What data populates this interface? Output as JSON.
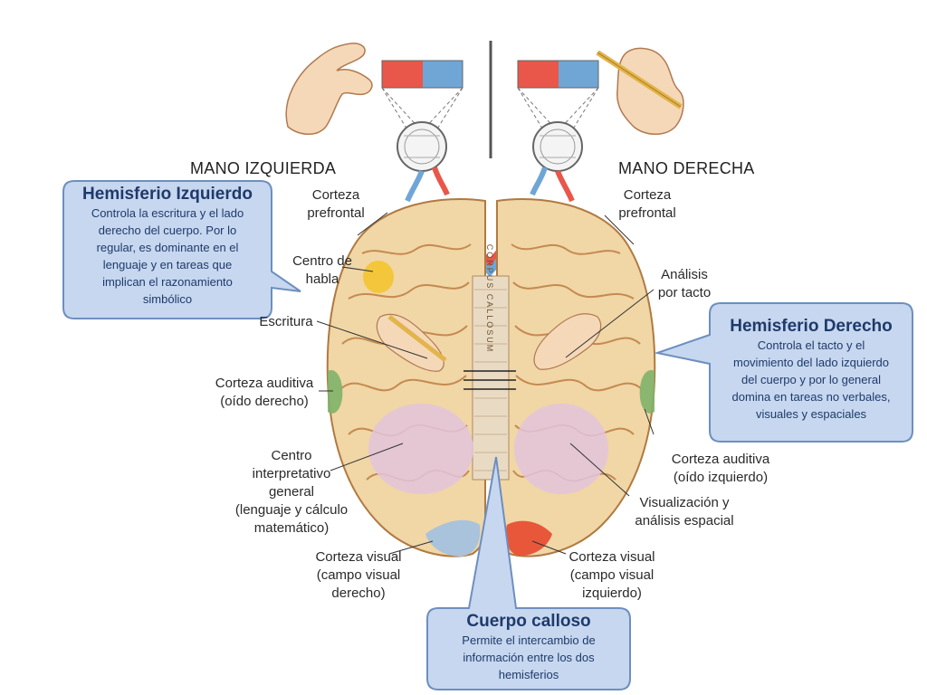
{
  "hands": {
    "left_title": "MANO IZQUIERDA",
    "right_title": "MANO DERECHA"
  },
  "callouts": {
    "left": {
      "title": "Hemisferio Izquierdo",
      "lines": [
        "Controla la escritura y el lado",
        "derecho del cuerpo. Por lo",
        "regular, es dominante en el",
        "lenguaje y en tareas que",
        "implican el razonamiento",
        "simbólico"
      ]
    },
    "right": {
      "title": "Hemisferio Derecho",
      "lines": [
        "Controla el tacto y el",
        "movimiento del lado izquierdo",
        "del cuerpo y por lo general",
        "domina en tareas no verbales,",
        "visuales y espaciales"
      ]
    },
    "bottom": {
      "title": "Cuerpo calloso",
      "lines": [
        "Permite el intercambio de",
        "información entre los dos",
        "hemisferios"
      ]
    }
  },
  "labels": {
    "corteza_prefrontal_left": [
      "Corteza",
      "prefrontal"
    ],
    "corteza_prefrontal_right": [
      "Corteza",
      "prefrontal"
    ],
    "centro_habla": [
      "Centro de",
      "habla"
    ],
    "analisis_tacto": [
      "Análisis",
      "por tacto"
    ],
    "escritura": [
      "Escritura"
    ],
    "corteza_auditiva_left": [
      "Corteza auditiva",
      "(oído derecho)"
    ],
    "corteza_auditiva_right": [
      "Corteza auditiva",
      "(oído izquierdo)"
    ],
    "centro_interpretativo": [
      "Centro",
      "interpretativo",
      "general",
      "(lenguaje y cálculo",
      "matemático)"
    ],
    "visualizacion": [
      "Visualización y",
      "análisis espacial"
    ],
    "corteza_visual_left": [
      "Corteza visual",
      "(campo visual",
      "derecho)"
    ],
    "corteza_visual_right": [
      "Corteza visual",
      "(campo visual",
      "izquierdo)"
    ],
    "corpus_callosum_vertical": "CORPUS CALLOSUM"
  },
  "colors": {
    "brain_fill": "#f1d6a6",
    "brain_stroke": "#b07a40",
    "callout_fill": "#c6d7ef",
    "callout_stroke": "#6d8fbf",
    "callout_text": "#1f3a6b",
    "stimulus_red": "#e8574a",
    "stimulus_blue": "#6fa6d6",
    "speech_yellow": "#f4c430",
    "auditory_green": "#7fb36a",
    "interpretive_pink": "#e3c4dc",
    "visual_blue": "#a9c3dc",
    "visual_red": "#e8573a"
  },
  "icons": [
    "left-hand-icon",
    "right-hand-writing-icon",
    "left-eye-icon",
    "right-eye-icon",
    "brain-illustration"
  ]
}
